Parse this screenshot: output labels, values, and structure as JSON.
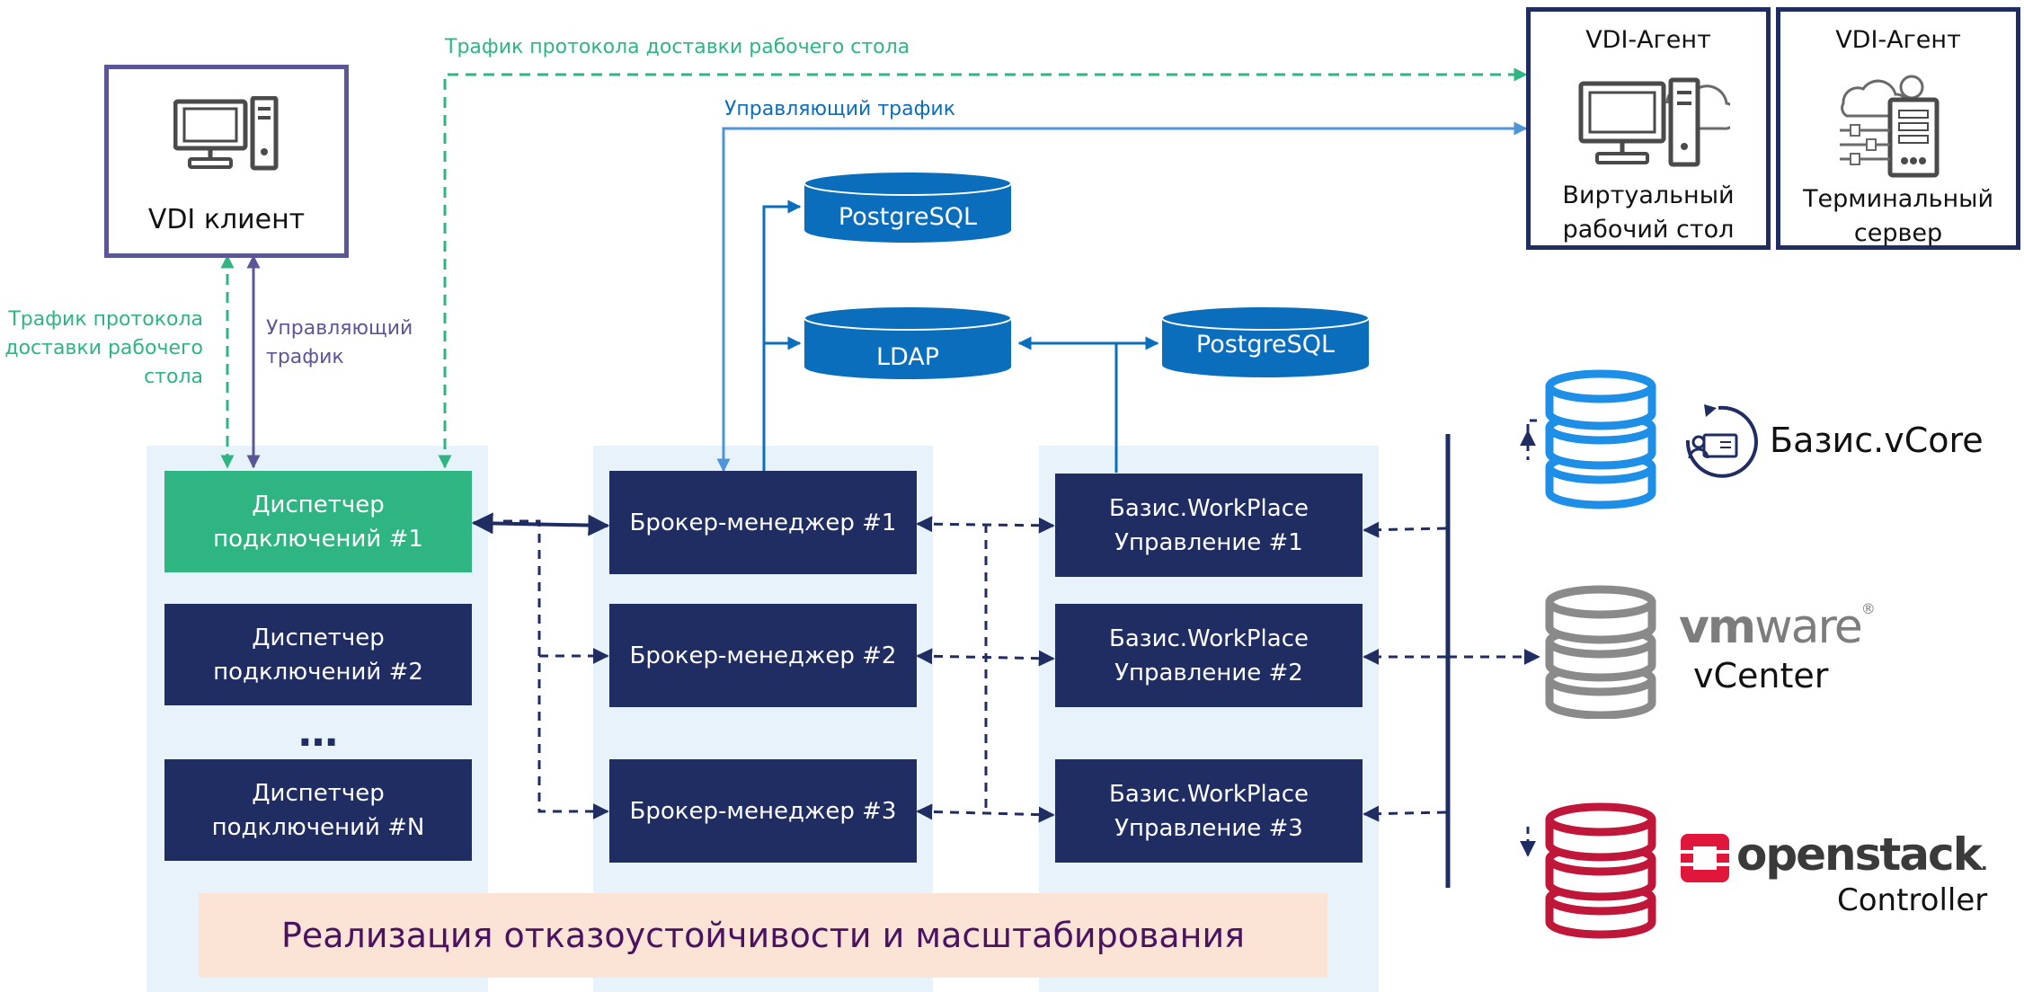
{
  "top_labels": {
    "desktop_traffic": "Трафик протокола доставки рабочего стола",
    "control_traffic": "Управляющий трафик"
  },
  "client": {
    "label": "VDI клиент"
  },
  "client_labels": {
    "desktop_traffic": [
      "Трафик протокола",
      "доставки рабочего",
      "стола"
    ],
    "control_traffic": [
      "Управляющий",
      "трафик"
    ]
  },
  "agents": [
    {
      "title": "VDI-Агент",
      "caption": [
        "Виртуальный",
        "рабочий стол"
      ]
    },
    {
      "title": "VDI-Агент",
      "caption": [
        "Терминальный",
        "сервер"
      ]
    }
  ],
  "databases": {
    "pg1": "PostgreSQL",
    "ldap": "LDAP",
    "pg2": "PostgreSQL"
  },
  "dispatchers": [
    [
      "Диспетчер",
      "подключений #1"
    ],
    [
      "Диспетчер",
      "подключений #2"
    ],
    [
      "Диспетчер",
      "подключений #N"
    ]
  ],
  "ellipsis": "…",
  "brokers": [
    "Брокер-менеджер #1",
    "Брокер-менеджер #2",
    "Брокер-менеджер #3"
  ],
  "workplace": [
    [
      "Базис.WorkPlace",
      "Управление #1"
    ],
    [
      "Базис.WorkPlace",
      "Управление #2"
    ],
    [
      "Базис.WorkPlace",
      "Управление #3"
    ]
  ],
  "platforms": {
    "vcore": "Базис.vCore",
    "vmware_logo_bold": "vm",
    "vmware_logo_light": "ware",
    "vmware_sub": "vCenter",
    "openstack_logo": "openstack",
    "openstack_sub": "Controller"
  },
  "banner": "Реализация отказоустойчивости и масштабирования",
  "colors": {
    "navy": "#1f2d63",
    "green": "#2fb582",
    "db_blue": "#0a6ebd",
    "light_blue_line": "#4d94d8",
    "purple_line": "#5b5797",
    "column_bg": "#e8f2fb",
    "banner_bg": "#fbe3d6",
    "vcore_db": "#1e8fe6",
    "vmware_db": "#8a8a8a",
    "openstack_db": "#c0163a"
  },
  "icons": [
    "desktop-computer-icon",
    "cloud-computer-icon",
    "terminal-server-icon",
    "vcore-logo-icon",
    "database-stack-icon"
  ]
}
